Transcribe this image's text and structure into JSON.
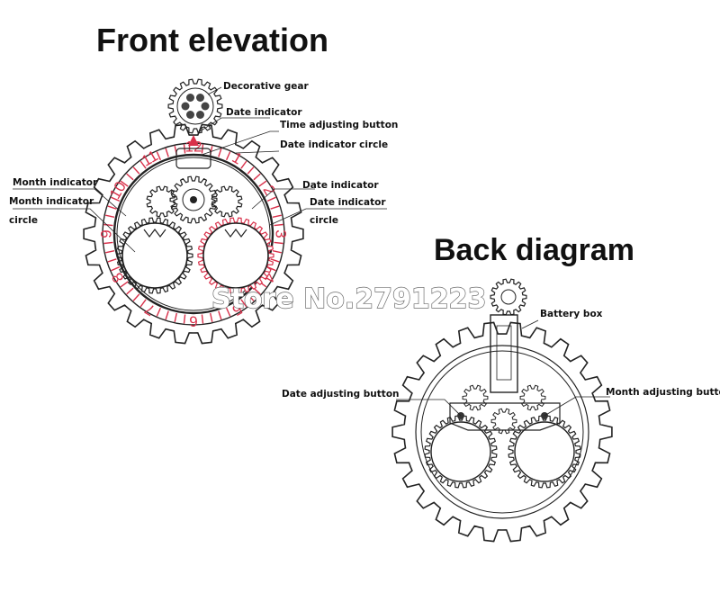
{
  "titles": {
    "front": "Front elevation",
    "back": "Back diagram"
  },
  "front_labels": {
    "decorative_gear": "Decorative gear",
    "date_indicator_top": "Date indicator",
    "time_adjusting_button": "Time adjusting button",
    "date_indicator_circle_top": "Date indicator circle",
    "month_indicator": "Month indicator",
    "month_indicator_circle_1": "Month indicator",
    "month_indicator_circle_2": "circle",
    "date_indicator_right": "Date indicator",
    "date_indicator_circle_right_1": "Date indicator",
    "date_indicator_circle_right_2": "circle"
  },
  "back_labels": {
    "battery_box": "Battery box",
    "date_adjusting_button": "Date adjusting button",
    "month_adjusting_button": "Month adjusting button"
  },
  "clock_numbers": [
    "12",
    "1",
    "2",
    "3",
    "4",
    "5",
    "6",
    "7",
    "8",
    "9",
    "10",
    "11"
  ],
  "watermark": "Store No.2791223",
  "colors": {
    "numbers": "#d9304a",
    "line": "#222222",
    "gear_fill": "#ffffff"
  }
}
